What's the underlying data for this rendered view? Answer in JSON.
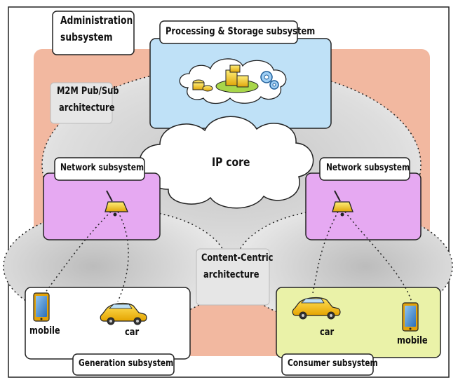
{
  "labels": {
    "administration": [
      "Administration",
      "subsystem"
    ],
    "processing": "Processing & Storage subsystem",
    "m2m": [
      "M2M Pub/Sub",
      "architecture"
    ],
    "ip_core": "IP core",
    "network_left": "Network subsystem",
    "network_right": "Network subsystem",
    "content_centric": [
      "Content-Centric",
      "architecture"
    ],
    "generation": "Generation subsystem",
    "consumer": "Consumer subsystem",
    "gen_mobile": "mobile",
    "gen_car": "car",
    "cons_car": "car",
    "cons_mobile": "mobile"
  },
  "icons": {
    "cloud": "data-cloud-icon",
    "router": "router-icon",
    "mobile": "mobile-phone-icon",
    "car": "car-icon"
  },
  "colors": {
    "admin_fill": "#f2b8a0",
    "processing_fill": "#bfe1f7",
    "network_fill": "#e6a9f2",
    "consumer_fill": "#eaf2a8",
    "pubsub_fill": "#d9d9d9"
  }
}
